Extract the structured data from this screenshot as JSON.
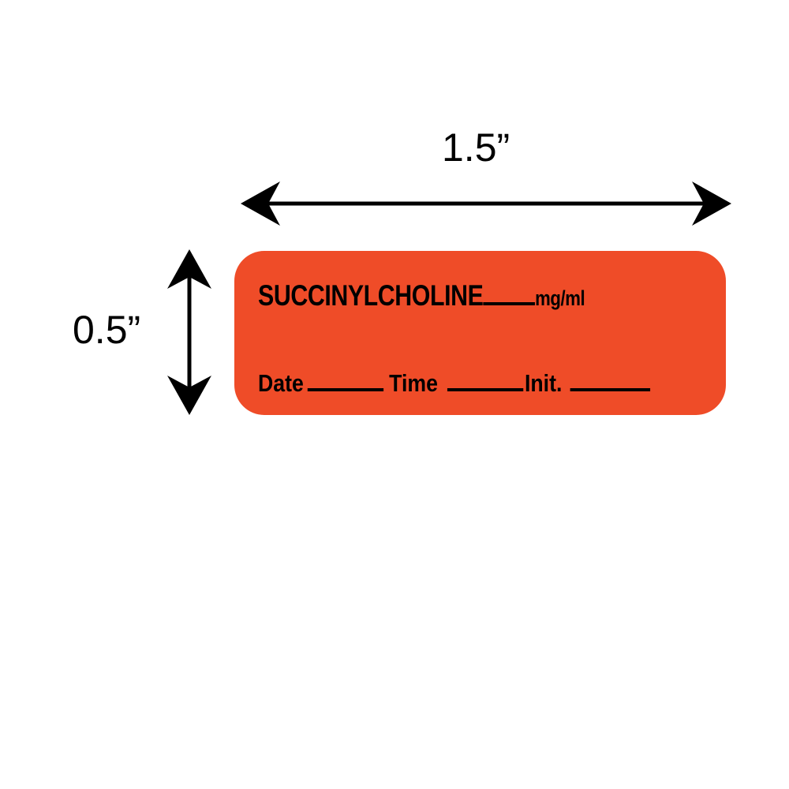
{
  "dimensions": {
    "width": "1.5”",
    "height": "0.5”"
  },
  "label": {
    "background_color": "#ef4c28",
    "drug_name": "SUCCINYLCHOLINE",
    "unit": "mg/ml",
    "fields": [
      {
        "label": "Date"
      },
      {
        "label": "Time"
      },
      {
        "label": "Init."
      }
    ]
  }
}
